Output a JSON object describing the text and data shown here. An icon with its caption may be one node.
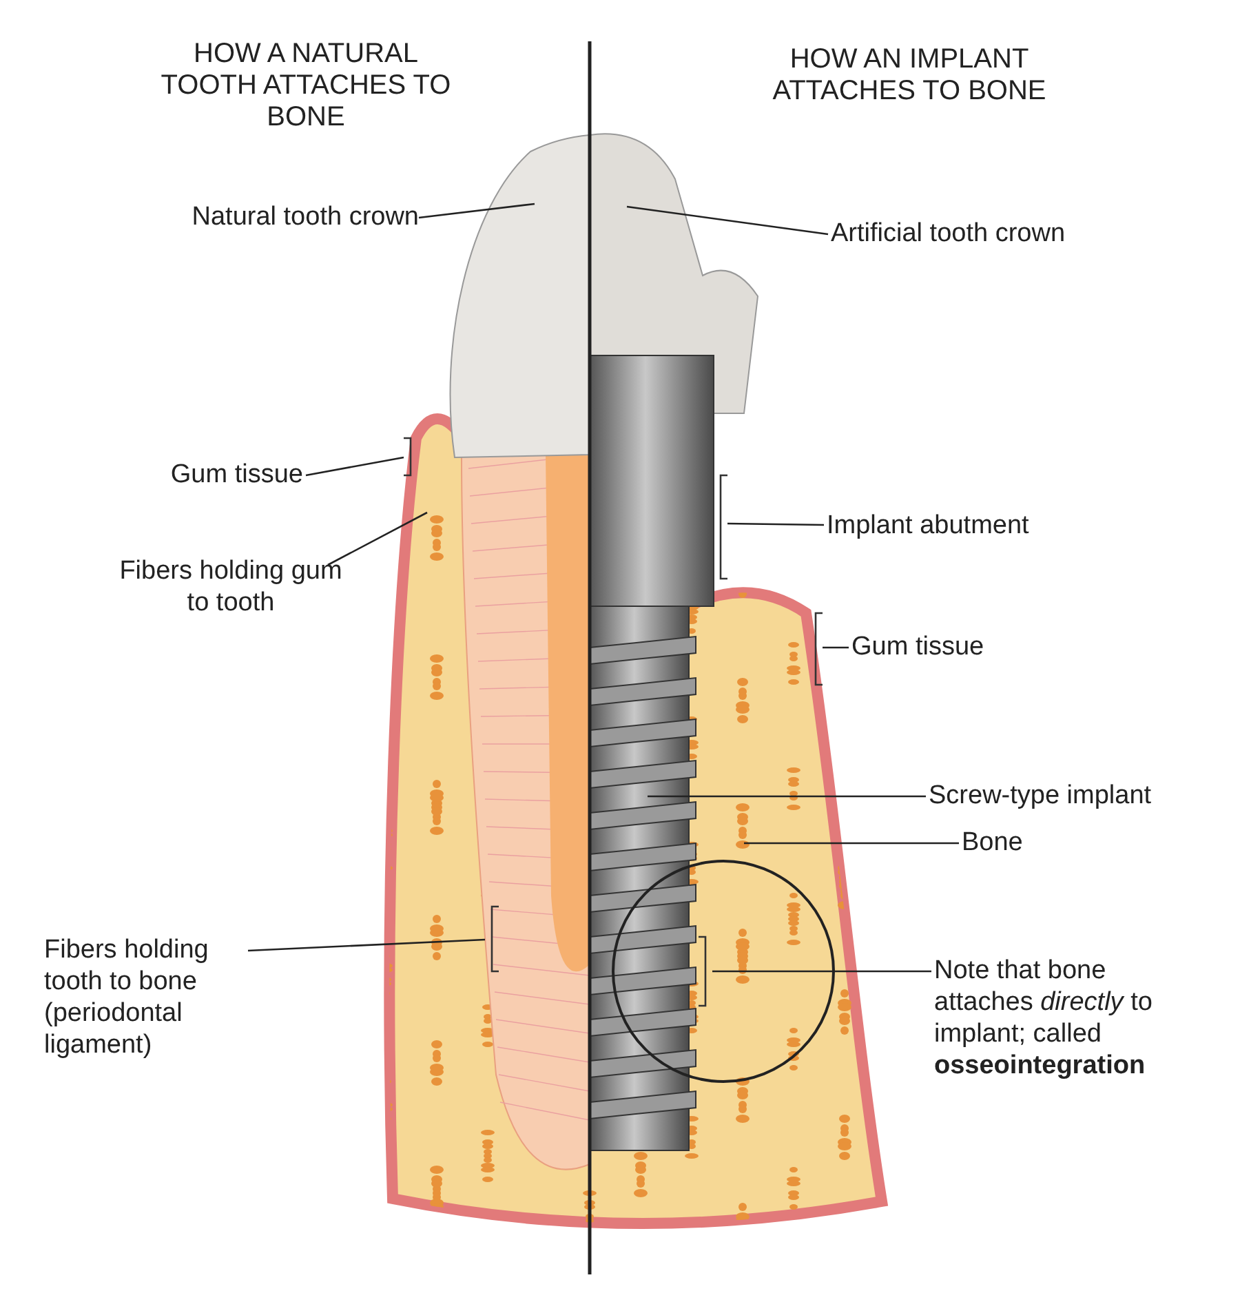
{
  "diagram": {
    "nodes": [
      {
        "text": [
          "Natural tooth crown"
        ]
      },
      {
        "text": [
          "Artificial tooth crown"
        ]
      },
      {
        "text": [
          "Gum tissue"
        ]
      },
      {
        "text": [
          "Implant abutment"
        ]
      },
      {
        "text": [
          "Fibers holding gum to tooth"
        ]
      },
      {
        "text": [
          "Gum tissue"
        ]
      },
      {
        "text": [
          "Screw-type implant"
        ]
      },
      {
        "text": [
          "Bone"
        ]
      },
      {
        "text": [
          "Fibers holding tooth to bone (periodontal ligament)"
        ]
      },
      {
        "text": [
          "Note that bone attaches *directly* to implant; called **osseointegration**"
        ]
      }
    ],
    "edges": [
      {
        "from": 0,
        "to": null,
        "arrow": "none"
      },
      {
        "from": 1,
        "to": null,
        "arrow": "none"
      },
      {
        "from": 2,
        "to": null,
        "arrow": "none"
      },
      {
        "from": 3,
        "to": null,
        "arrow": "none"
      },
      {
        "from": 4,
        "to": null,
        "arrow": "none"
      },
      {
        "from": 5,
        "to": null,
        "arrow": "none"
      },
      {
        "from": 6,
        "to": null,
        "arrow": "none"
      },
      {
        "from": 7,
        "to": null,
        "arrow": "none"
      },
      {
        "from": 8,
        "to": null,
        "arrow": "none"
      },
      {
        "from": 9,
        "to": null,
        "arrow": "none"
      }
    ],
    "labels": [
      "HOW A NATURAL TOOTH ATTACHES TO BONE",
      "HOW AN IMPLANT ATTACHES TO BONE"
    ]
  }
}
